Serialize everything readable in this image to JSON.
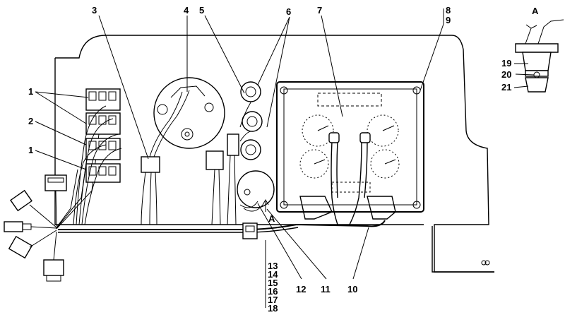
{
  "labels": {
    "l1a": "1",
    "l2": "2",
    "l1b": "1",
    "l3": "3",
    "l4": "4",
    "l5": "5",
    "l6": "6",
    "l7": "7",
    "l8": "8",
    "l9": "9",
    "l10": "10",
    "l11": "11",
    "l12": "12",
    "l13": "13",
    "l14": "14",
    "l15": "15",
    "l16": "16",
    "l17": "17",
    "l18": "18",
    "l19": "19",
    "l20": "20",
    "l21": "21",
    "lA_arrow": "A",
    "lA_view": "A"
  }
}
